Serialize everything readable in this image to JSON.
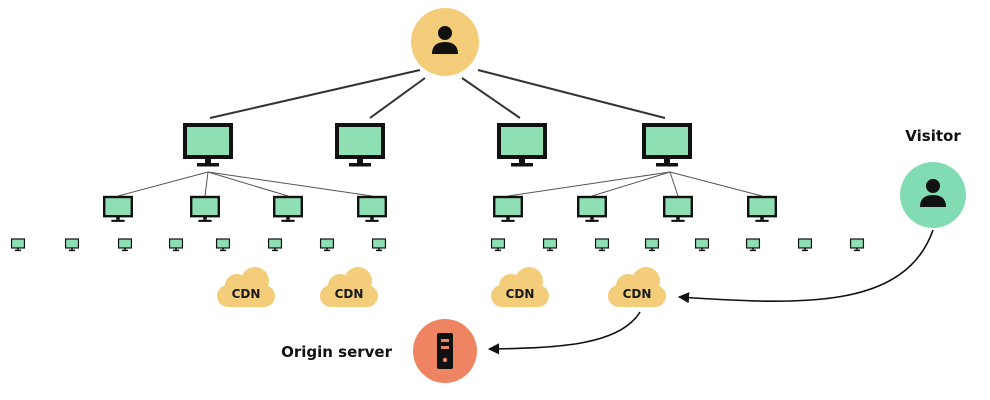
{
  "labels": {
    "visitor": "Visitor",
    "origin": "Origin server",
    "cdn": "CDN"
  },
  "colors": {
    "top_node": "#f3cd7a",
    "visitor_node": "#82dcb3",
    "origin_node": "#ee8461",
    "monitor_screen": "#8edfb3",
    "monitor_frame": "#111111",
    "cdn_cloud": "#f3cd7a",
    "line": "#333333"
  },
  "icons": {
    "top_node": "person-icon",
    "visitor_node": "person-icon",
    "origin_node": "server-icon",
    "computers": "monitor-icon",
    "cdn": "cloud-icon"
  }
}
